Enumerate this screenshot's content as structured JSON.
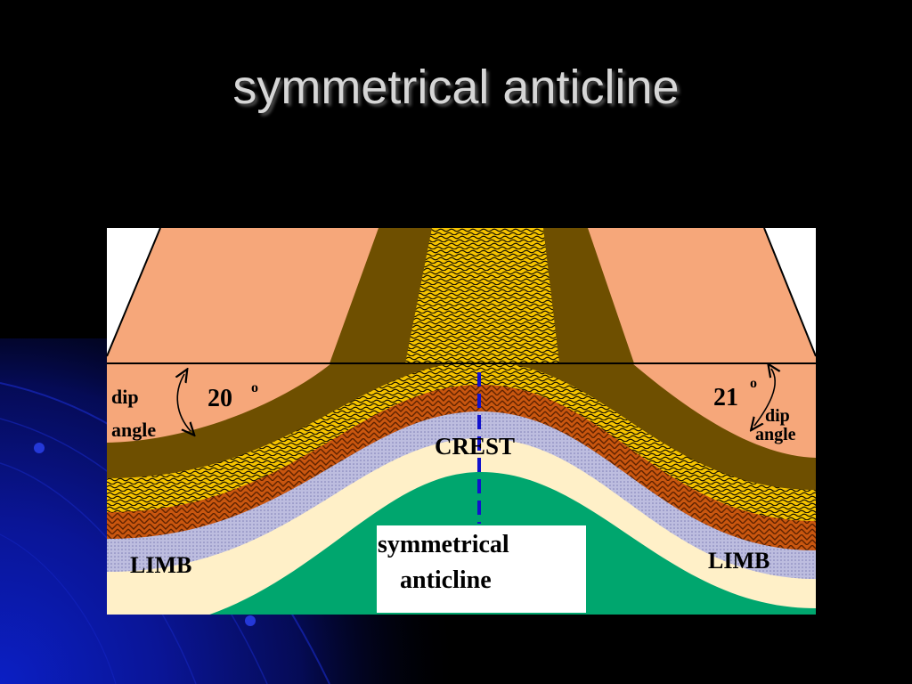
{
  "slide": {
    "title": "symmetrical anticline"
  },
  "diagram": {
    "labels": {
      "left_dip": "dip",
      "left_angle": "angle",
      "left_degree_value": "20",
      "left_degree_symbol": "o",
      "right_degree_value": "21",
      "right_degree_symbol": "o",
      "right_dip": "dip",
      "right_angle": "angle",
      "crest": "CREST",
      "left_limb": "LIMB",
      "right_limb": "LIMB",
      "caption_line1": "symmetrical",
      "caption_line2": "anticline"
    },
    "colors": {
      "surface": "#F6A77A",
      "brown_layer": "#6E4F00",
      "yellow_layer": "#F5C300",
      "brick_layer": "#C9560F",
      "dotted_layer": "#BDBDDF",
      "cream_layer": "#FFF0C8",
      "core_layer": "#00A66E",
      "crest_line": "#1212CC"
    }
  }
}
